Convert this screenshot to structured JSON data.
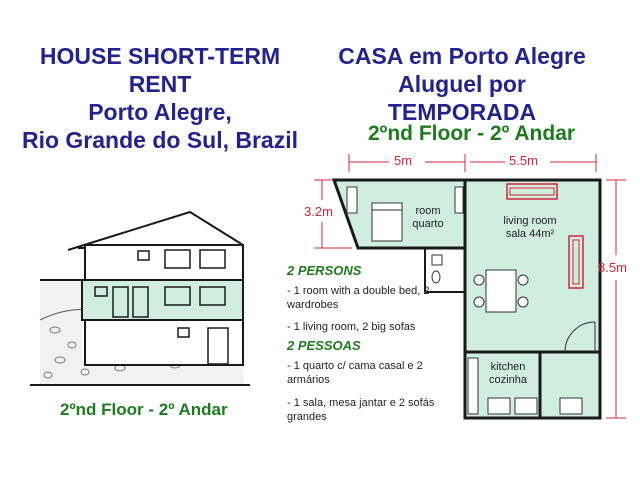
{
  "title_en": [
    "HOUSE SHORT-TERM RENT",
    "Porto Alegre,",
    "Rio Grande do Sul, Brazil"
  ],
  "title_pt": [
    "CASA em Porto Alegre",
    "Aluguel por TEMPORADA"
  ],
  "floor_label": "2ºnd Floor - 2º Andar",
  "dimensions": {
    "width_left": "5m",
    "width_right": "5.5m",
    "height_small": "3.2m",
    "height_total": "8.5m"
  },
  "rooms": {
    "room": [
      "room",
      "quarto"
    ],
    "living": [
      "living room",
      "sala 44m²"
    ],
    "kitchen": [
      "kitchen",
      "cozinha"
    ]
  },
  "description": {
    "en_heading": "2 PERSONS",
    "en_items": [
      "- 1 room with a double bed, 2 wardrobes",
      "- 1 living room, 2 big sofas"
    ],
    "pt_heading": "2 PESSOAS",
    "pt_items": [
      "- 1 quarto c/ cama casal e 2 armários",
      "- 1 sala, mesa jantar e 2 sofás grandes"
    ]
  },
  "colors": {
    "title_blue": "#23238e",
    "green_text": "#1e7b1e",
    "dimension_red": "#d4243d",
    "floor_fill": "#cfeedd"
  }
}
